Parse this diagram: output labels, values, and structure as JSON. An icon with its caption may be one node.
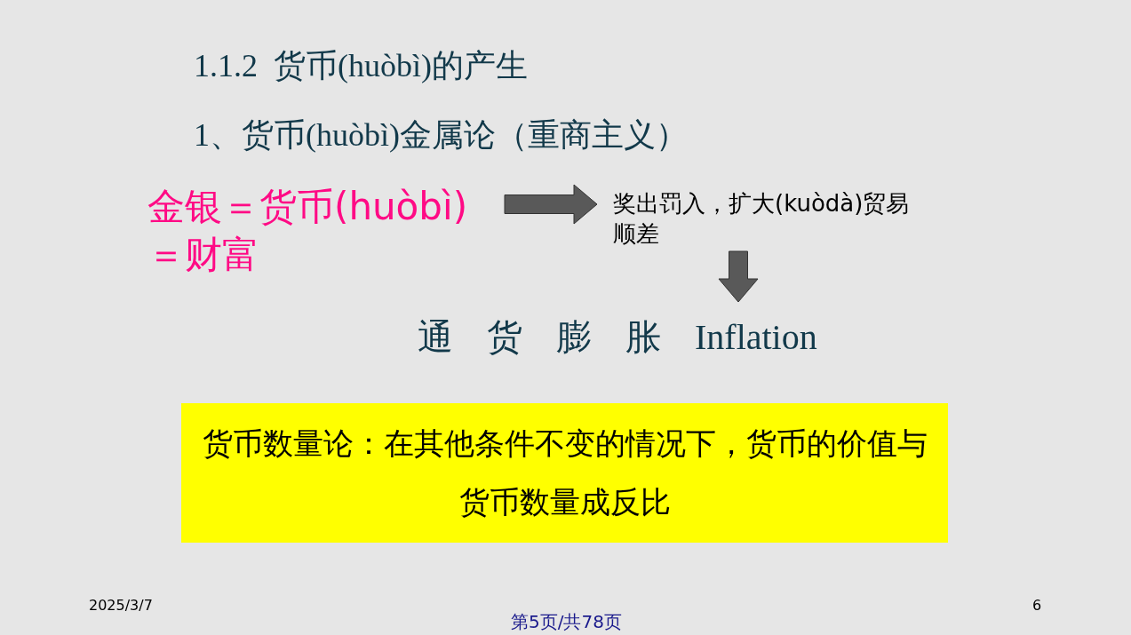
{
  "diagram": {
    "title": "1.1.2  货币(huòbì)的产生",
    "nodes": [
      {
        "text": [
          "金银＝货币(huòbì)＝财富"
        ]
      },
      {
        "text": [
          "奖出罚入，扩大(kuòdà)贸易顺差"
        ]
      },
      {
        "text": [
          "通 货 膨 胀 Inflation"
        ]
      },
      {
        "text": [
          "货币数量论：在其他条件不变的情况下，货币的价值与货币数量成反比"
        ]
      }
    ],
    "edges": [
      {
        "from": 0,
        "to": 1,
        "arrow": "to"
      },
      {
        "from": 1,
        "to": 2,
        "arrow": "to"
      }
    ],
    "labels": [
      "1、货币(huòbì)金属论（重商主义）",
      "2025/3/7",
      "6",
      "第5页/共78页"
    ]
  }
}
